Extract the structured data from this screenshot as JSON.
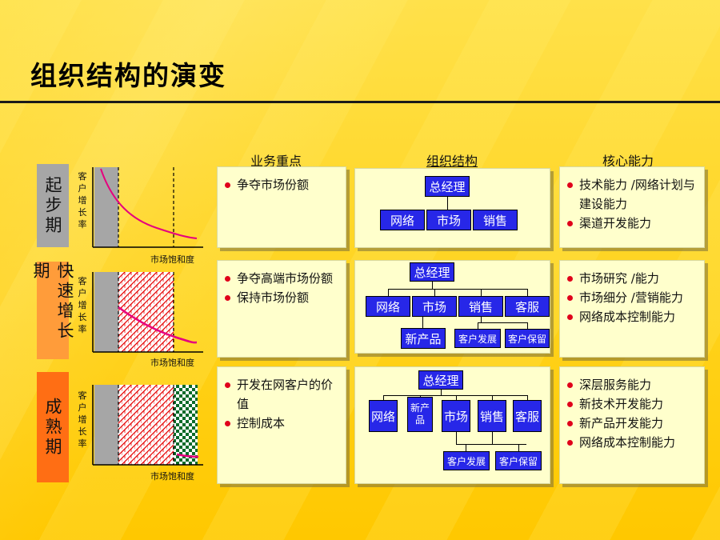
{
  "title": "组织结构的演变",
  "column_headers": {
    "focus": "业务重点",
    "structure": "组织结构",
    "capability": "核心能力"
  },
  "colors": {
    "stage1": "#A6A6A6",
    "stage2": "#FF9C3A",
    "stage3": "#FF6E14",
    "org_box": "#2727E8",
    "curve": "#E6007E"
  },
  "axis": {
    "y_label": "客户增长率",
    "x_label": "市场饱和度"
  },
  "stages": [
    {
      "name": "起步期",
      "focus": [
        "争夺市场份额"
      ],
      "org": {
        "top": "总经理",
        "depts": [
          "网络",
          "市场",
          "销售"
        ]
      },
      "capabilities": [
        "技术能力 /网络计划与建设能力",
        "渠道开发能力"
      ]
    },
    {
      "name": "快速增长期",
      "focus": [
        "争夺高端市场份额",
        "保持市场份额"
      ],
      "org": {
        "top": "总经理",
        "depts": [
          "网络",
          "市场",
          "销售",
          "客服"
        ],
        "sub_new": "新产品",
        "sub_sales": [
          "客户发展",
          "客户保留"
        ]
      },
      "capabilities": [
        "市场研究 /能力",
        "市场细分 /营销能力",
        "网络成本控制能力"
      ]
    },
    {
      "name": "成熟期",
      "focus": [
        "开发在网客户的价值",
        "控制成本"
      ],
      "org": {
        "top": "总经理",
        "depts": [
          "网络",
          "新产品",
          "市场",
          "销售",
          "客服"
        ],
        "sub_sales": [
          "客户发展",
          "客户保留"
        ]
      },
      "capabilities": [
        "深层服务能力",
        "新技术开发能力",
        "新产品开发能力",
        "网络成本控制能力"
      ]
    }
  ]
}
